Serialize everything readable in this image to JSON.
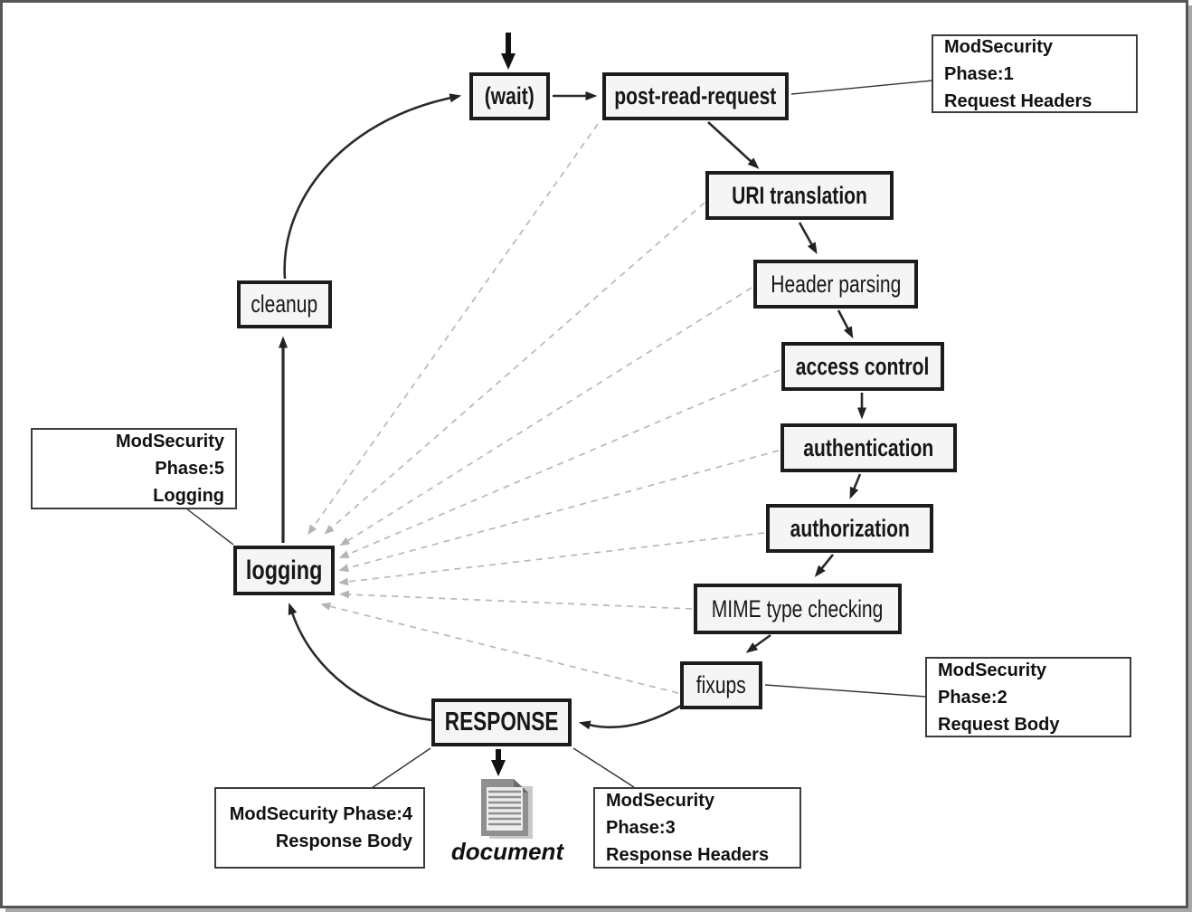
{
  "diagram": {
    "nodes": [
      {
        "id": "wait",
        "label": "(wait)"
      },
      {
        "id": "post-read-request",
        "label": "post-read-request"
      },
      {
        "id": "uri-translation",
        "label": "URI translation"
      },
      {
        "id": "header-parsing",
        "label": "Header parsing"
      },
      {
        "id": "access-control",
        "label": "access control"
      },
      {
        "id": "authentication",
        "label": "authentication"
      },
      {
        "id": "authorization",
        "label": "authorization"
      },
      {
        "id": "mime-type-checking",
        "label": "MIME type checking"
      },
      {
        "id": "fixups",
        "label": "fixups"
      },
      {
        "id": "response",
        "label": "RESPONSE"
      },
      {
        "id": "logging",
        "label": "logging"
      },
      {
        "id": "cleanup",
        "label": "cleanup"
      }
    ],
    "annotations": [
      {
        "id": "phase-1",
        "line1": "ModSecurity Phase:1",
        "line2": "Request Headers"
      },
      {
        "id": "phase-2",
        "line1": "ModSecurity Phase:2",
        "line2": "Request Body"
      },
      {
        "id": "phase-3",
        "line1": "ModSecurity Phase:3",
        "line2": "Response Headers"
      },
      {
        "id": "phase-4",
        "line1": "ModSecurity Phase:4",
        "line2": "Response Body"
      },
      {
        "id": "phase-5",
        "line1": "ModSecurity Phase:5",
        "line2": "Logging"
      }
    ],
    "document_label": "document",
    "colors": {
      "node_border": "#1c1c1c",
      "node_fill": "#f5f5f5",
      "solid_arrow": "#2a2a2a",
      "dashed_arrow": "#b8b8b8",
      "callout_border": "#3c3c3c",
      "frame_border": "#565656"
    }
  }
}
